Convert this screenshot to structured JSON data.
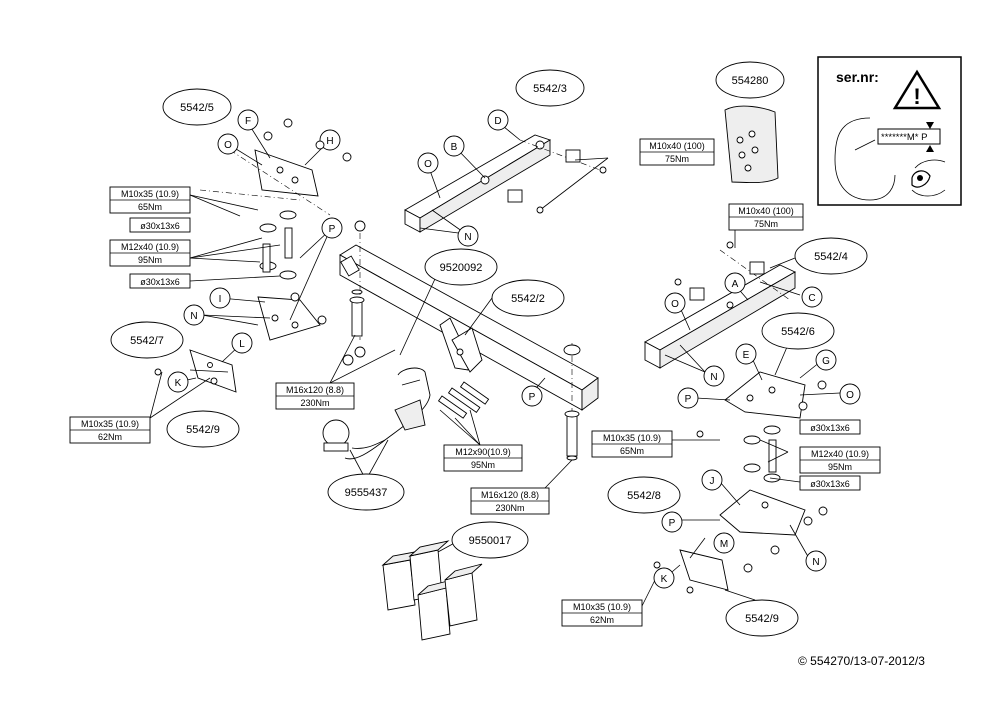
{
  "diagram": {
    "part_labels": {
      "p5542_5": "5542/5",
      "p5542_3": "5542/3",
      "p554280": "554280",
      "p9520092": "9520092",
      "p5542_2": "5542/2",
      "p5542_7": "5542/7",
      "p5542_9_left": "5542/9",
      "p9555437": "9555437",
      "p5542_4": "5542/4",
      "p5542_6": "5542/6",
      "p5542_8": "5542/8",
      "p5542_9_right": "5542/9",
      "p9550017": "9550017"
    },
    "letter_markers": {
      "F": "F",
      "O": "O",
      "H": "H",
      "B": "B",
      "D": "D",
      "N": "N",
      "P": "P",
      "I": "I",
      "L": "L",
      "K": "K",
      "A": "A",
      "C": "C",
      "E": "E",
      "G": "G",
      "J": "J",
      "M": "M"
    },
    "bolt_specs": {
      "m10x35_109": "M10x35 (10.9)",
      "nm65": "65Nm",
      "nm62": "62Nm",
      "washer": "ø30x13x6",
      "m12x40_109": "M12x40 (10.9)",
      "nm95": "95Nm",
      "m10x40_100": "M10x40 (100)",
      "nm75": "75Nm",
      "m16x120_88": "M16x120 (8.8)",
      "nm230": "230Nm",
      "m12x90_109": "M12x90(10.9)"
    },
    "serial_box": {
      "title": "ser.nr:",
      "code": "*******M* P"
    },
    "copyright": "© 554270/13-07-2012/3"
  }
}
